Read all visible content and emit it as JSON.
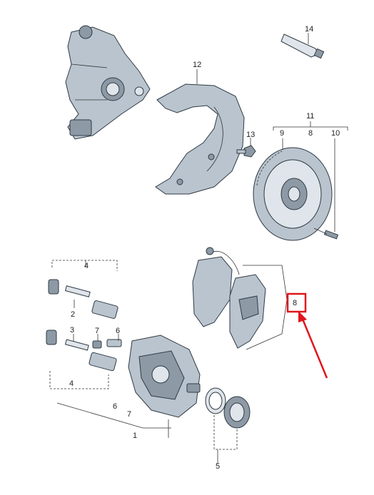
{
  "diagram": {
    "callouts": [
      "1",
      "2",
      "3",
      "4",
      "4",
      "5",
      "6",
      "6",
      "7",
      "7",
      "8",
      "8",
      "9",
      "10",
      "11",
      "12",
      "13",
      "14"
    ],
    "highlight_color": "#e0161b",
    "part_color": "#b9c4ce",
    "line_color": "#2f3a44"
  }
}
